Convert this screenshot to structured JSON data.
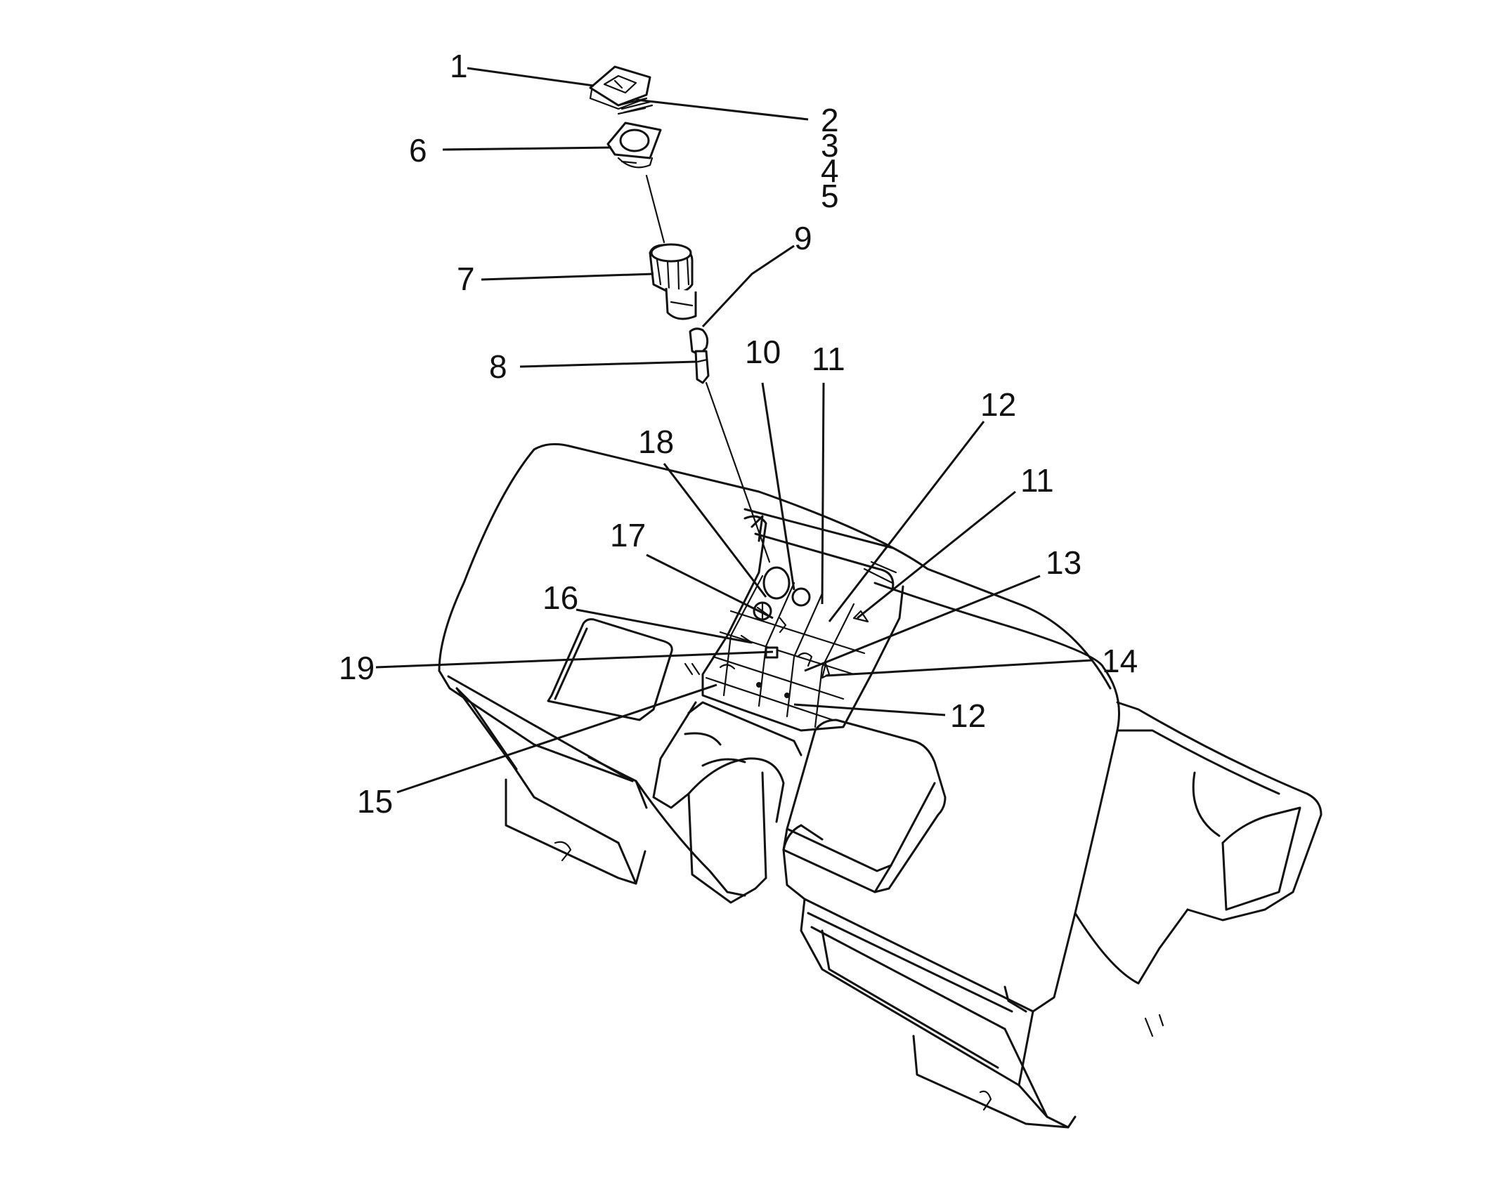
{
  "callouts": [
    {
      "id": "c1",
      "label": "1"
    },
    {
      "id": "c2",
      "label": "2"
    },
    {
      "id": "c3",
      "label": "3"
    },
    {
      "id": "c4",
      "label": "4"
    },
    {
      "id": "c5",
      "label": "5"
    },
    {
      "id": "c6",
      "label": "6"
    },
    {
      "id": "c7",
      "label": "7"
    },
    {
      "id": "c8",
      "label": "8"
    },
    {
      "id": "c9",
      "label": "9"
    },
    {
      "id": "c10",
      "label": "10"
    },
    {
      "id": "c11a",
      "label": "11"
    },
    {
      "id": "c12a",
      "label": "12"
    },
    {
      "id": "c11b",
      "label": "11"
    },
    {
      "id": "c18",
      "label": "18"
    },
    {
      "id": "c17",
      "label": "17"
    },
    {
      "id": "c13",
      "label": "13"
    },
    {
      "id": "c16",
      "label": "16"
    },
    {
      "id": "c14",
      "label": "14"
    },
    {
      "id": "c19",
      "label": "19"
    },
    {
      "id": "c12b",
      "label": "12"
    },
    {
      "id": "c15",
      "label": "15"
    }
  ]
}
